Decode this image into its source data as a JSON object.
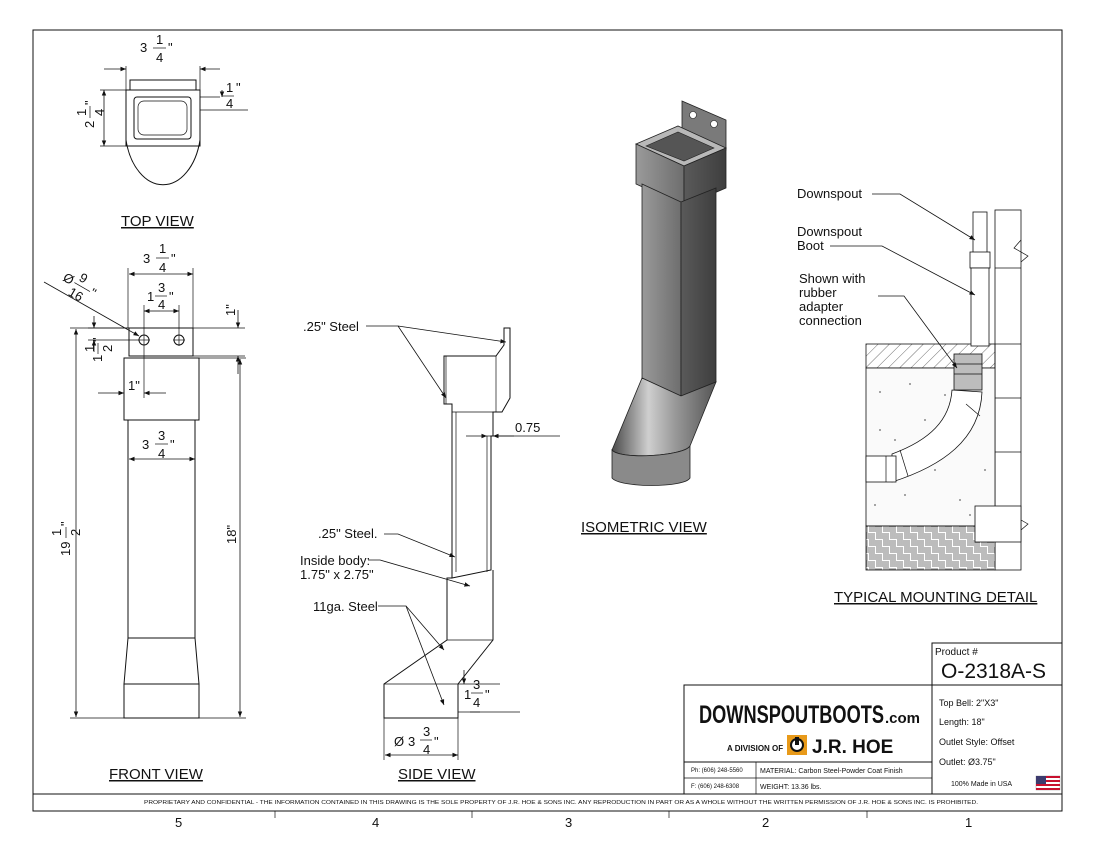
{
  "views": {
    "top": "TOP VIEW",
    "front": "FRONT VIEW",
    "side": "SIDE VIEW",
    "isometric": "ISOMETRIC VIEW",
    "mounting": "TYPICAL MOUNTING DETAIL"
  },
  "top_view_dims": {
    "width_whole": "3",
    "width_num": "1",
    "width_den": "4",
    "width_unit": "\"",
    "wall_num": "1",
    "wall_den": "4",
    "wall_unit": "\"",
    "depth_whole": "2",
    "depth_num": "1",
    "depth_den": "4",
    "depth_unit": "\""
  },
  "front_view_dims": {
    "hole": "Ø",
    "hole_num": "9",
    "hole_den": "16",
    "hole_unit": "\"",
    "top_whole": "3",
    "top_num": "1",
    "top_den": "4",
    "top_unit": "\"",
    "spacing_whole": "1",
    "spacing_num": "3",
    "spacing_den": "4",
    "spacing_unit": "\"",
    "tab_height": "1\"",
    "tab_left_whole": "1",
    "tab_left_num": "1",
    "tab_left_den": "2",
    "tab_left_unit": "\"",
    "hole_offset": "1\"",
    "body_whole": "3",
    "body_num": "3",
    "body_den": "4",
    "body_unit": "\"",
    "total_whole": "19",
    "total_num": "1",
    "total_den": "2",
    "total_unit": "\"",
    "length": "18\""
  },
  "side_view_dims": {
    "steel_top": ".25\" Steel",
    "wall": "0.75",
    "steel_mid": ".25\" Steel.",
    "inside_body_1": "Inside body:",
    "inside_body_2": "1.75\" x 2.75\"",
    "gauge": "11ga. Steel",
    "outlet_h_whole": "1",
    "outlet_h_num": "3",
    "outlet_h_den": "4",
    "outlet_h_unit": "\"",
    "outlet_d_sym": "Ø",
    "outlet_d_whole": "3",
    "outlet_d_num": "3",
    "outlet_d_den": "4",
    "outlet_d_unit": "\""
  },
  "mounting_labels": {
    "downspout": "Downspout",
    "boot_1": "Downspout",
    "boot_2": "Boot",
    "adapter_1": "Shown with",
    "adapter_2": "rubber",
    "adapter_3": "adapter",
    "adapter_4": "connection"
  },
  "title_block": {
    "product_label": "Product #",
    "product_number": "O-2318A-S",
    "brand": "DOWNSPOUTBOOTS",
    "brand_suffix": ".com",
    "division": "A DIVISION OF",
    "company": "J.R. HOE",
    "phone": "Ph: (606) 248-5560",
    "fax": "F: (606) 248-6308",
    "material": "MATERIAL: Carbon Steel-Powder Coat Finish",
    "weight": "WEIGHT: 13.36 lbs.",
    "top_bell": "Top Bell: 2\"X3\"",
    "length": "Length: 18\"",
    "outlet_style": "Outlet Style: Offset",
    "outlet": "Outlet: Ø3.75\"",
    "made_in": "100% Made in USA"
  },
  "footer": {
    "proprietary": "PROPRIETARY AND CONFIDENTIAL  -  THE INFORMATION CONTAINED IN THIS DRAWING IS THE SOLE PROPERTY OF J.R. HOE & SONS INC.  ANY REPRODUCTION IN PART OR AS A WHOLE WITHOUT THE WRITTEN PERMISSION OF J.R. HOE & SONS INC. IS PROHIBITED.",
    "zones": [
      "5",
      "4",
      "3",
      "2",
      "1"
    ]
  },
  "colors": {
    "line": "#111111",
    "steel_dark": "#5a5a5a",
    "steel_mid": "#8a8a8a",
    "steel_light": "#c4c4c4",
    "flag_red": "#c8102e",
    "flag_blue": "#3c3b6e",
    "logo_orange": "#e89a1a"
  }
}
